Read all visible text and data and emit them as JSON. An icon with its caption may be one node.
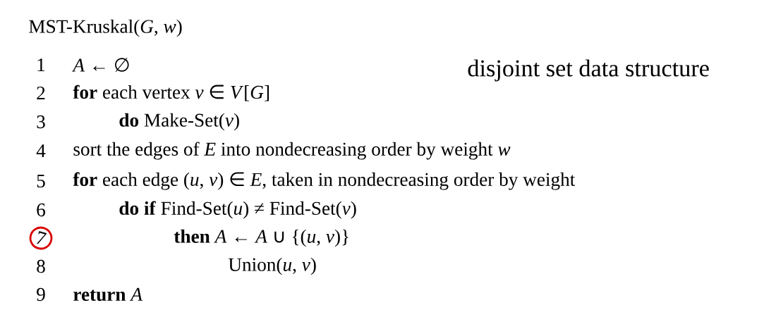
{
  "diagram": {
    "title": "MST-Kruskal(*G*, *w*)",
    "nodes": [
      {
        "text": [
          "7"
        ]
      }
    ],
    "labels": [
      "1",
      "*A* ← ∅",
      "disjoint set data structure",
      "2",
      "**for** each vertex *v* ∈ *V*[*G*]",
      "3",
      "**do** Make-Set(*v*)",
      "4",
      "sort the edges of *E* into nondecreasing order by weight *w*",
      "5",
      "**for** each edge (*u*, *v*) ∈ *E*, taken in nondecreasing order by weight",
      "6",
      "**do if** Find-Set(*u*) ≠ Find-Set(*v*)",
      "**then** *A* ← *A* ∪ {(*u*, *v*)}",
      "8",
      "Union(*u*, *v*)",
      "9",
      "**return** *A*"
    ]
  }
}
